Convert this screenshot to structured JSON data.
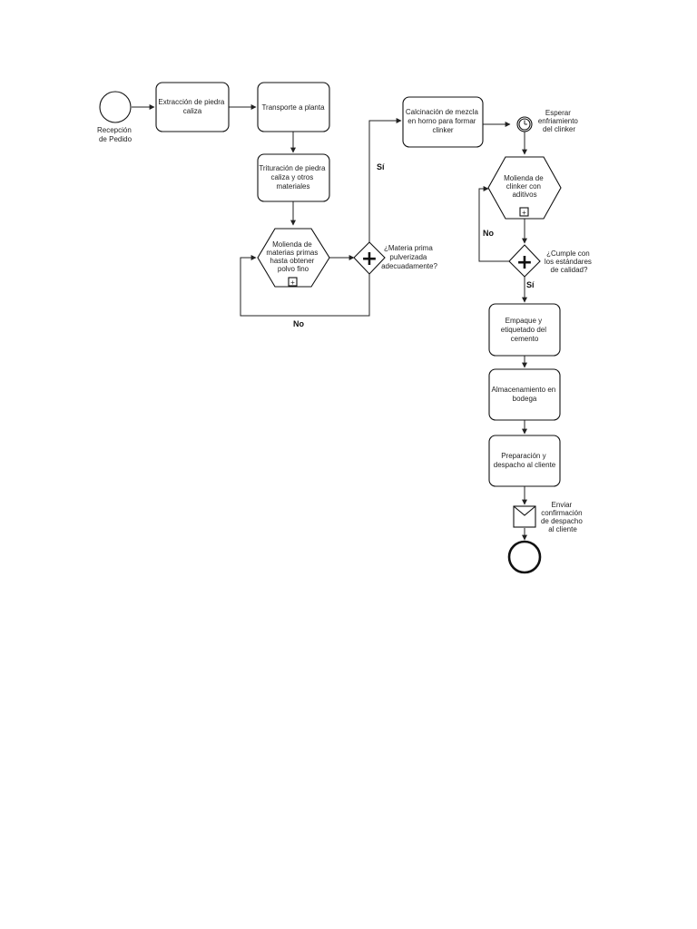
{
  "diagram": {
    "start_event": {
      "label_lines": [
        "Recepción",
        "de Pedido"
      ]
    },
    "tasks": {
      "extraccion": {
        "label_lines": [
          "Extracción de piedra",
          "caliza"
        ]
      },
      "transporte": {
        "label_lines": [
          "Transporte a planta"
        ]
      },
      "trituracion": {
        "label_lines": [
          "Trituración de piedra",
          "caliza y otros",
          "materiales"
        ]
      },
      "calcinacion": {
        "label_lines": [
          "Calcinación de mezcla",
          "en horno para formar",
          "clinker"
        ]
      },
      "empaque": {
        "label_lines": [
          "Empaque y",
          "etiquetado del",
          "cemento"
        ]
      },
      "almacenamiento": {
        "label_lines": [
          "Almacenamiento en",
          "bodega"
        ]
      },
      "preparacion": {
        "label_lines": [
          "Preparación y",
          "despacho al cliente"
        ]
      }
    },
    "subprocesses": {
      "molienda_materias": {
        "label_lines": [
          "Molienda de",
          "materias primas",
          "hasta obtener",
          "polvo fino"
        ],
        "marker": "+"
      },
      "molienda_clinker": {
        "label_lines": [
          "Molienda de",
          "clinker con",
          "aditivos"
        ],
        "marker": "+"
      }
    },
    "gateways": {
      "gateway1": {
        "symbol": "+",
        "question_lines": [
          "¿Materia prima",
          "pulverizada",
          "adecuadamente?"
        ]
      },
      "gateway2": {
        "symbol": "+",
        "question_lines": [
          "¿Cumple con",
          "los estándares",
          "de calidad?"
        ]
      }
    },
    "timer_event": {
      "label_lines": [
        "Esperar",
        "enfriamiento",
        "del clinker"
      ]
    },
    "message_event": {
      "label_lines": [
        "Enviar",
        "confirmación",
        "de despacho",
        "al cliente"
      ]
    },
    "edge_labels": {
      "g1_yes": "Sí",
      "g1_no": "No",
      "g2_yes": "Sí",
      "g2_no": "No"
    },
    "colors": {
      "stroke": "#111111",
      "fill": "#ffffff",
      "text": "#222222"
    }
  }
}
